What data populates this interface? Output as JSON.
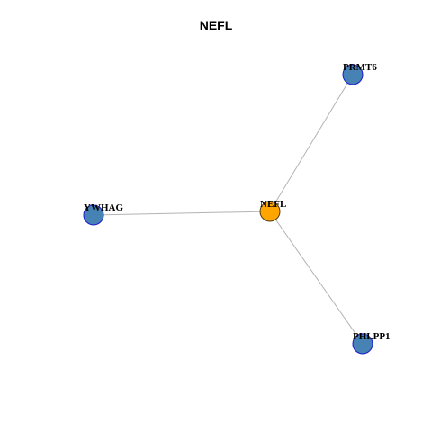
{
  "title": "NEFL",
  "colors": {
    "center_fill": "#FFA500",
    "center_stroke": "#4d3a1a",
    "neighbor_fill": "#4682B4",
    "neighbor_stroke": "#1a1acc",
    "edge": "#b3b3b3"
  },
  "nodes": [
    {
      "id": "NEFL",
      "label": "NEFL",
      "role": "center"
    },
    {
      "id": "PRMT6",
      "label": "PRMT6",
      "role": "neighbor"
    },
    {
      "id": "YWHAG",
      "label": "YWHAG",
      "role": "neighbor"
    },
    {
      "id": "PHLPP1",
      "label": "PHLPP1",
      "role": "neighbor"
    }
  ],
  "edges": [
    {
      "source": "NEFL",
      "target": "PRMT6"
    },
    {
      "source": "NEFL",
      "target": "YWHAG"
    },
    {
      "source": "NEFL",
      "target": "PHLPP1"
    }
  ]
}
